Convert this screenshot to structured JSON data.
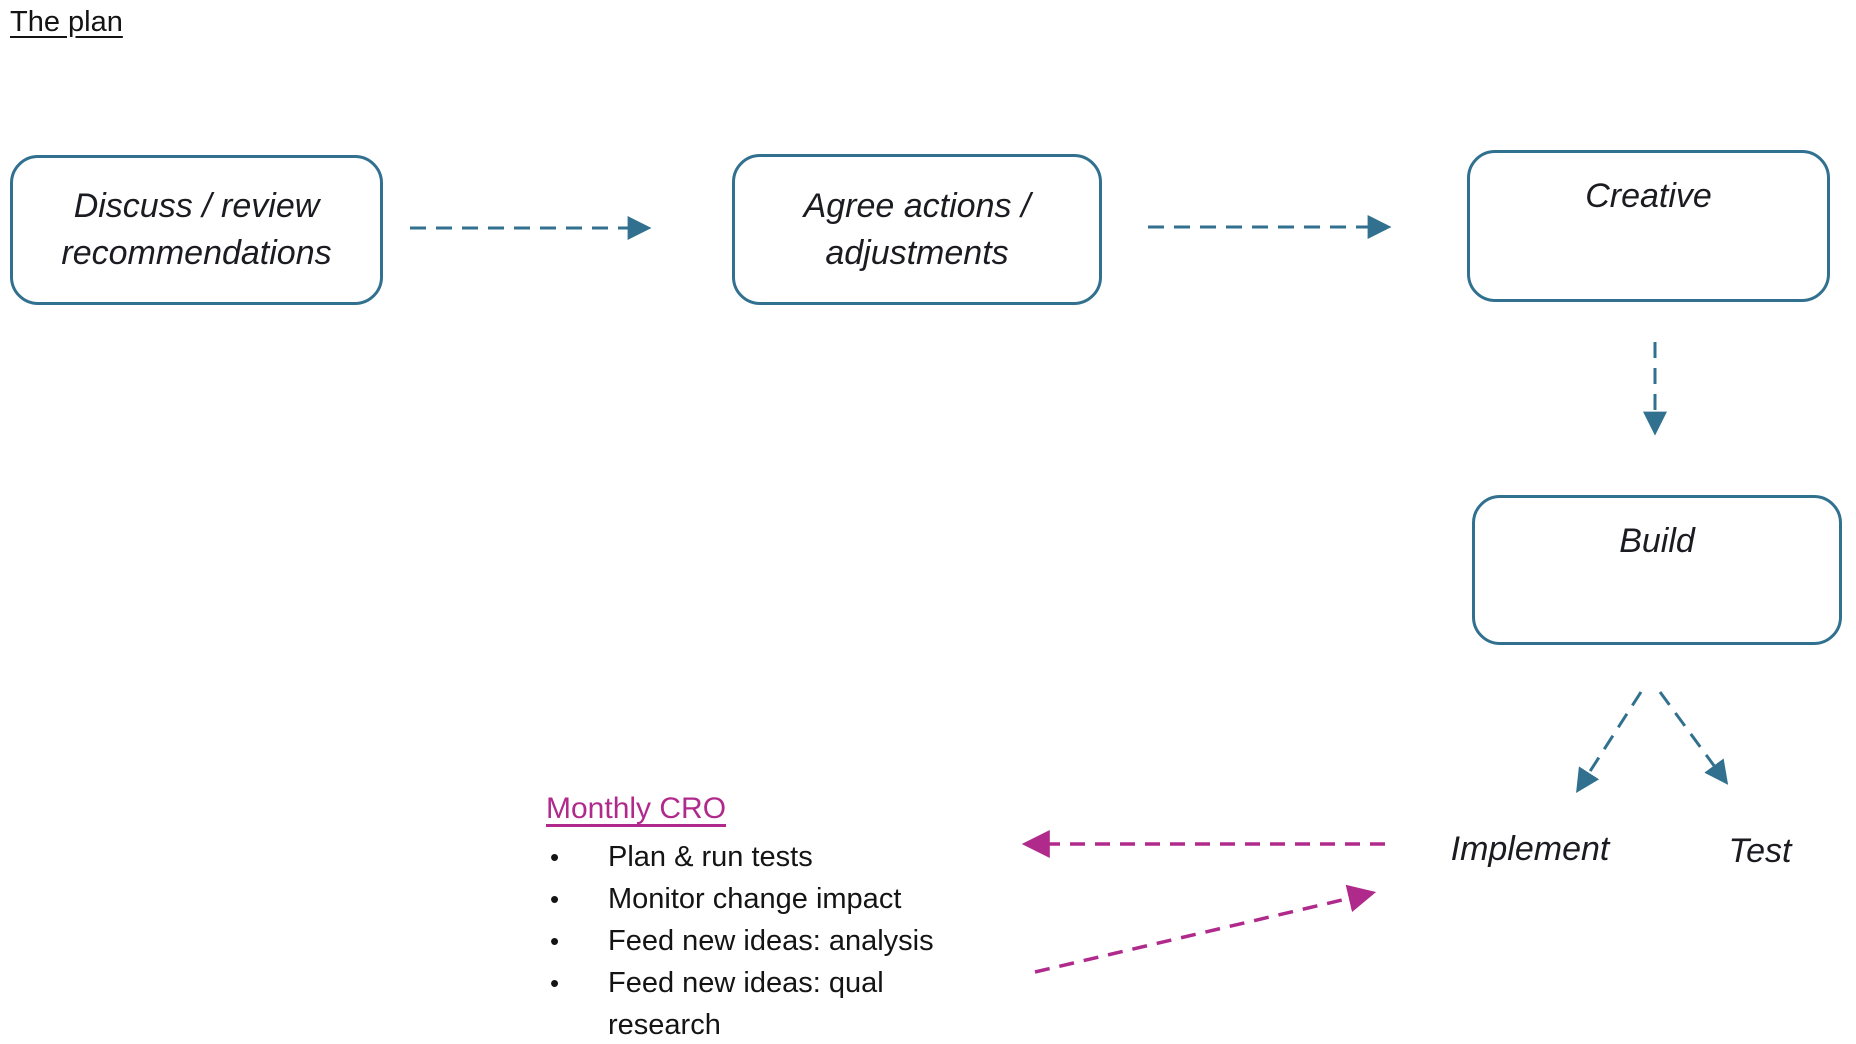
{
  "page": {
    "title": "The plan"
  },
  "colors": {
    "teal": "#31718F",
    "pink": "#B02A8C",
    "text": "#1b1b22"
  },
  "flow_boxes": [
    {
      "id": "discuss",
      "label": "Discuss / review recommendations"
    },
    {
      "id": "agree",
      "label": "Agree actions / adjustments"
    },
    {
      "id": "creative",
      "label": "Creative"
    },
    {
      "id": "build",
      "label": "Build"
    }
  ],
  "outcome_labels": [
    {
      "label": "Implement"
    },
    {
      "label": "Test"
    }
  ],
  "monthly_cro": {
    "heading": "Monthly CRO",
    "bullet_glyph": "•",
    "bullets": [
      "Plan & run tests",
      "Monitor change impact",
      "Feed new ideas: analysis",
      "Feed new ideas: qual research"
    ]
  }
}
